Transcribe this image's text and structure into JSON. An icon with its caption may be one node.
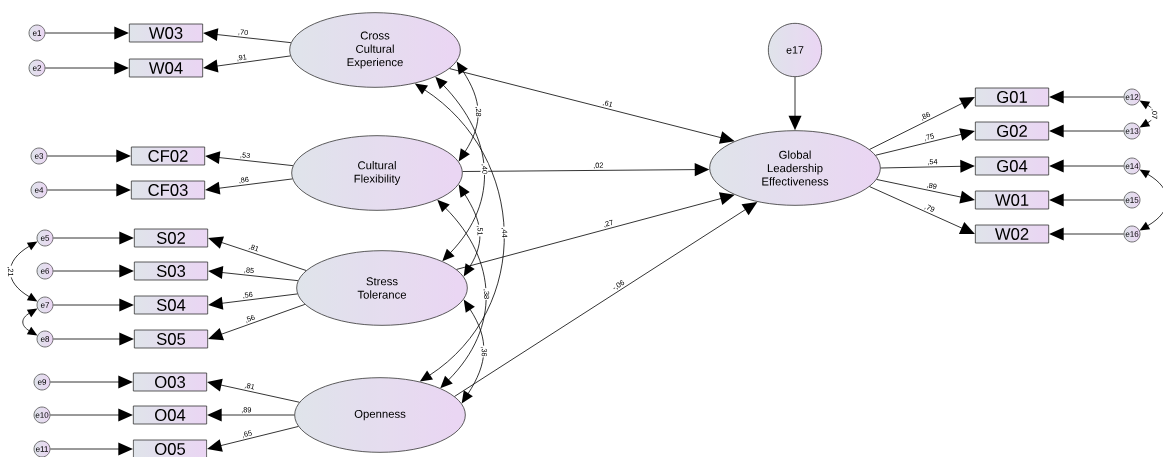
{
  "diagram": {
    "nodes": [
      {
        "text": [
          "Cross Cultural Experience"
        ]
      },
      {
        "text": [
          "Cultural Flexibility"
        ]
      },
      {
        "text": [
          "Stress Tolerance"
        ]
      },
      {
        "text": [
          "Openness"
        ]
      },
      {
        "text": [
          "e17"
        ]
      },
      {
        "text": [
          "Global Leadership Effectiveness"
        ]
      },
      {
        "text": [
          "W03"
        ]
      },
      {
        "text": [
          "W04"
        ]
      },
      {
        "text": [
          "CF02"
        ]
      },
      {
        "text": [
          "CF03"
        ]
      },
      {
        "text": [
          "S02"
        ]
      },
      {
        "text": [
          "S03"
        ]
      },
      {
        "text": [
          "S04"
        ]
      },
      {
        "text": [
          "S05"
        ]
      },
      {
        "text": [
          "O03"
        ]
      },
      {
        "text": [
          "O04"
        ]
      },
      {
        "text": [
          "O05"
        ]
      },
      {
        "text": [
          "e1"
        ]
      },
      {
        "text": [
          "e2"
        ]
      },
      {
        "text": [
          "e3"
        ]
      },
      {
        "text": [
          "e4"
        ]
      },
      {
        "text": [
          "e5"
        ]
      },
      {
        "text": [
          "e6"
        ]
      },
      {
        "text": [
          "e7"
        ]
      },
      {
        "text": [
          "e8"
        ]
      },
      {
        "text": [
          "e9"
        ]
      },
      {
        "text": [
          "e10"
        ]
      },
      {
        "text": [
          "e11"
        ]
      },
      {
        "text": [
          "G01"
        ]
      },
      {
        "text": [
          "G02"
        ]
      },
      {
        "text": [
          "G04"
        ]
      },
      {
        "text": [
          "W01"
        ]
      },
      {
        "text": [
          "W02"
        ]
      },
      {
        "text": [
          "e12"
        ]
      },
      {
        "text": [
          "e13"
        ]
      },
      {
        "text": [
          "e14"
        ]
      },
      {
        "text": [
          "e15"
        ]
      },
      {
        "text": [
          "e16"
        ]
      }
    ],
    "edges": [
      {
        "from": 17,
        "to": 6,
        "arrow": "to"
      },
      {
        "from": 18,
        "to": 7,
        "arrow": "to"
      },
      {
        "from": 19,
        "to": 8,
        "arrow": "to"
      },
      {
        "from": 20,
        "to": 9,
        "arrow": "to"
      },
      {
        "from": 21,
        "to": 10,
        "arrow": "to"
      },
      {
        "from": 22,
        "to": 11,
        "arrow": "to"
      },
      {
        "from": 23,
        "to": 12,
        "arrow": "to"
      },
      {
        "from": 24,
        "to": 13,
        "arrow": "to"
      },
      {
        "from": 25,
        "to": 14,
        "arrow": "to"
      },
      {
        "from": 26,
        "to": 15,
        "arrow": "to"
      },
      {
        "from": 27,
        "to": 16,
        "arrow": "to"
      },
      {
        "from": 0,
        "to": 6,
        "arrow": "to",
        "label": ",70"
      },
      {
        "from": 0,
        "to": 7,
        "arrow": "to",
        "label": ",91"
      },
      {
        "from": 1,
        "to": 8,
        "arrow": "to",
        "label": ",53"
      },
      {
        "from": 1,
        "to": 9,
        "arrow": "to",
        "label": ",86"
      },
      {
        "from": 2,
        "to": 10,
        "arrow": "to",
        "label": ",81"
      },
      {
        "from": 2,
        "to": 11,
        "arrow": "to",
        "label": ",85"
      },
      {
        "from": 2,
        "to": 12,
        "arrow": "to",
        "label": ",56"
      },
      {
        "from": 2,
        "to": 13,
        "arrow": "to",
        "label": ",56"
      },
      {
        "from": 3,
        "to": 14,
        "arrow": "to",
        "label": ",81"
      },
      {
        "from": 3,
        "to": 15,
        "arrow": "to",
        "label": ",89"
      },
      {
        "from": 3,
        "to": 16,
        "arrow": "to",
        "label": ",65"
      },
      {
        "from": 0,
        "to": 1,
        "arrow": "both",
        "label": ",28"
      },
      {
        "from": 0,
        "to": 2,
        "arrow": "both",
        "label": ",40"
      },
      {
        "from": 0,
        "to": 3,
        "arrow": "both",
        "label": ",44"
      },
      {
        "from": 1,
        "to": 2,
        "arrow": "both",
        "label": ",51"
      },
      {
        "from": 1,
        "to": 3,
        "arrow": "both",
        "label": ",38"
      },
      {
        "from": 2,
        "to": 3,
        "arrow": "both",
        "label": ",36"
      },
      {
        "from": 0,
        "to": 5,
        "arrow": "to",
        "label": ",61"
      },
      {
        "from": 1,
        "to": 5,
        "arrow": "to",
        "label": ",02"
      },
      {
        "from": 2,
        "to": 5,
        "arrow": "to",
        "label": ",27"
      },
      {
        "from": 3,
        "to": 5,
        "arrow": "to",
        "label": "-,06"
      },
      {
        "from": 4,
        "to": 5,
        "arrow": "to"
      },
      {
        "from": 5,
        "to": 28,
        "arrow": "to",
        "label": ",86"
      },
      {
        "from": 5,
        "to": 29,
        "arrow": "to",
        "label": ",75"
      },
      {
        "from": 5,
        "to": 30,
        "arrow": "to",
        "label": ",54"
      },
      {
        "from": 5,
        "to": 31,
        "arrow": "to",
        "label": ",89"
      },
      {
        "from": 5,
        "to": 32,
        "arrow": "to",
        "label": ",79"
      },
      {
        "from": 33,
        "to": 28,
        "arrow": "to"
      },
      {
        "from": 34,
        "to": 29,
        "arrow": "to"
      },
      {
        "from": 35,
        "to": 30,
        "arrow": "to"
      },
      {
        "from": 36,
        "to": 31,
        "arrow": "to"
      },
      {
        "from": 37,
        "to": 32,
        "arrow": "to"
      },
      {
        "from": 21,
        "to": 23,
        "arrow": "both",
        "label": ",21"
      },
      {
        "from": 23,
        "to": 24,
        "arrow": "both"
      },
      {
        "from": 33,
        "to": 34,
        "arrow": "both",
        "label": ",07"
      },
      {
        "from": 35,
        "to": 37,
        "arrow": "both"
      }
    ]
  }
}
